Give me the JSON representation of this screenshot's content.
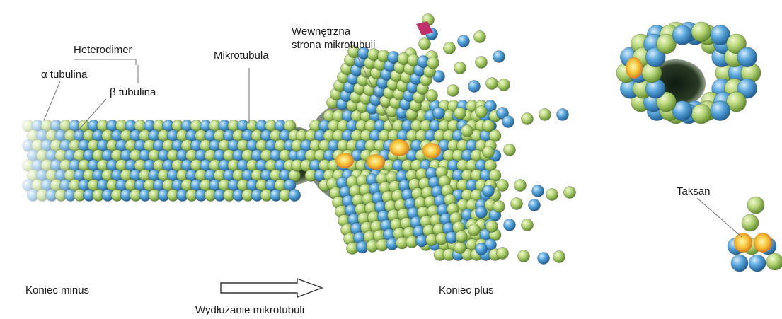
{
  "labels": {
    "heterodimer": "Heterodimer",
    "alpha_tubulin": "α tubulina",
    "beta_tubulin": "β tubulina",
    "microtubule": "Mikrotubula",
    "inner_side_line1": "Wewnętrzna",
    "inner_side_line2": "strona mikrotubuli",
    "taxane": "Taksan",
    "minus_end": "Koniec minus",
    "plus_end": "Koniec plus",
    "elongation": "Wydłużanie mikrotubuli"
  },
  "colors": {
    "alpha_tubulin": "#b8d67a",
    "beta_tubulin": "#5aa8dc",
    "taxane": "#f0b030",
    "cap_marker": "#c0306a",
    "leader_line": "#777777"
  }
}
